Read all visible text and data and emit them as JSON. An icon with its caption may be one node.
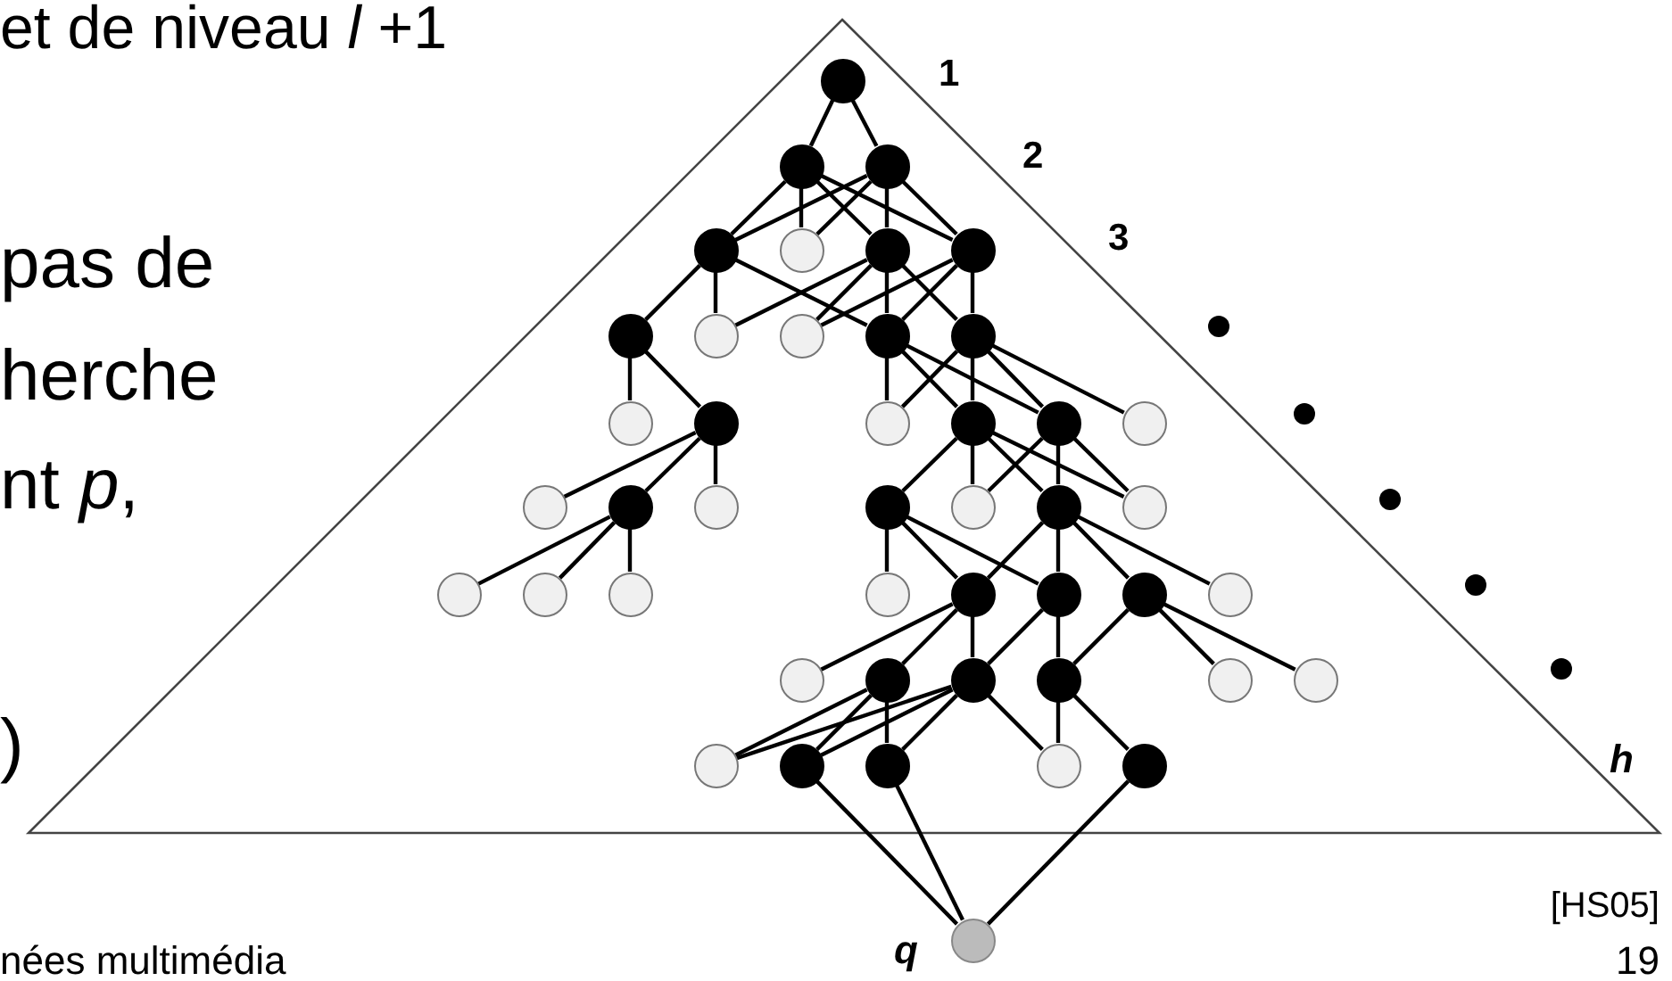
{
  "diagram": {
    "nodes": [
      {
        "text": [],
        "shape": "circle"
      },
      {
        "text": [],
        "shape": "circle"
      },
      {
        "text": [],
        "shape": "circle"
      },
      {
        "text": [],
        "shape": "circle"
      },
      {
        "text": [],
        "shape": "circle"
      },
      {
        "text": [],
        "shape": "circle"
      },
      {
        "text": [],
        "shape": "circle"
      },
      {
        "text": [],
        "shape": "circle"
      },
      {
        "text": [],
        "shape": "circle"
      },
      {
        "text": [],
        "shape": "circle"
      },
      {
        "text": [],
        "shape": "circle"
      },
      {
        "text": [],
        "shape": "circle"
      },
      {
        "text": [],
        "shape": "circle"
      },
      {
        "text": [],
        "shape": "circle"
      },
      {
        "text": [],
        "shape": "circle"
      },
      {
        "text": [],
        "shape": "circle"
      },
      {
        "text": [],
        "shape": "circle"
      },
      {
        "text": [],
        "shape": "circle"
      },
      {
        "text": [],
        "shape": "circle"
      },
      {
        "text": [],
        "shape": "circle"
      },
      {
        "text": [],
        "shape": "circle"
      },
      {
        "text": [],
        "shape": "circle"
      },
      {
        "text": [],
        "shape": "circle"
      },
      {
        "text": [],
        "shape": "circle"
      },
      {
        "text": [],
        "shape": "circle"
      },
      {
        "text": [],
        "shape": "circle"
      },
      {
        "text": [],
        "shape": "circle"
      },
      {
        "text": [],
        "shape": "circle"
      },
      {
        "text": [],
        "shape": "circle"
      },
      {
        "text": [],
        "shape": "circle"
      },
      {
        "text": [],
        "shape": "circle"
      },
      {
        "text": [],
        "shape": "circle"
      },
      {
        "text": [],
        "shape": "circle"
      },
      {
        "text": [],
        "shape": "circle"
      },
      {
        "text": [],
        "shape": "circle"
      },
      {
        "text": [],
        "shape": "circle"
      },
      {
        "text": [],
        "shape": "circle"
      },
      {
        "text": [],
        "shape": "circle"
      },
      {
        "text": [],
        "shape": "circle"
      },
      {
        "text": [],
        "shape": "circle"
      },
      {
        "text": [],
        "shape": "circle"
      },
      {
        "text": [],
        "shape": "circle"
      },
      {
        "text": [],
        "shape": "circle"
      },
      {
        "text": [],
        "shape": "circle"
      },
      {
        "text": [],
        "shape": "circle",
        "beside": [
          "q"
        ]
      }
    ],
    "edges": [
      {
        "from": 0,
        "to": 1,
        "arrow": "none"
      },
      {
        "from": 0,
        "to": 2,
        "arrow": "none"
      },
      {
        "from": 1,
        "to": 3,
        "arrow": "none"
      },
      {
        "from": 1,
        "to": 4,
        "arrow": "none"
      },
      {
        "from": 1,
        "to": 5,
        "arrow": "none"
      },
      {
        "from": 1,
        "to": 6,
        "arrow": "none"
      },
      {
        "from": 2,
        "to": 3,
        "arrow": "none"
      },
      {
        "from": 2,
        "to": 4,
        "arrow": "none"
      },
      {
        "from": 2,
        "to": 5,
        "arrow": "none"
      },
      {
        "from": 2,
        "to": 6,
        "arrow": "none"
      },
      {
        "from": 3,
        "to": 7,
        "arrow": "none"
      },
      {
        "from": 3,
        "to": 8,
        "arrow": "none"
      },
      {
        "from": 3,
        "to": 10,
        "arrow": "none"
      },
      {
        "from": 5,
        "to": 8,
        "arrow": "none"
      },
      {
        "from": 5,
        "to": 9,
        "arrow": "none"
      },
      {
        "from": 5,
        "to": 10,
        "arrow": "none"
      },
      {
        "from": 5,
        "to": 11,
        "arrow": "none"
      },
      {
        "from": 6,
        "to": 9,
        "arrow": "none"
      },
      {
        "from": 6,
        "to": 10,
        "arrow": "none"
      },
      {
        "from": 6,
        "to": 11,
        "arrow": "none"
      },
      {
        "from": 7,
        "to": 12,
        "arrow": "none"
      },
      {
        "from": 7,
        "to": 13,
        "arrow": "none"
      },
      {
        "from": 10,
        "to": 14,
        "arrow": "none"
      },
      {
        "from": 10,
        "to": 15,
        "arrow": "none"
      },
      {
        "from": 10,
        "to": 16,
        "arrow": "none"
      },
      {
        "from": 11,
        "to": 14,
        "arrow": "none"
      },
      {
        "from": 11,
        "to": 15,
        "arrow": "none"
      },
      {
        "from": 11,
        "to": 16,
        "arrow": "none"
      },
      {
        "from": 11,
        "to": 17,
        "arrow": "none"
      },
      {
        "from": 13,
        "to": 18,
        "arrow": "none"
      },
      {
        "from": 13,
        "to": 19,
        "arrow": "none"
      },
      {
        "from": 13,
        "to": 20,
        "arrow": "none"
      },
      {
        "from": 19,
        "to": 25,
        "arrow": "none"
      },
      {
        "from": 19,
        "to": 26,
        "arrow": "none"
      },
      {
        "from": 19,
        "to": 27,
        "arrow": "none"
      },
      {
        "from": 15,
        "to": 21,
        "arrow": "none"
      },
      {
        "from": 15,
        "to": 22,
        "arrow": "none"
      },
      {
        "from": 15,
        "to": 23,
        "arrow": "none"
      },
      {
        "from": 15,
        "to": 24,
        "arrow": "none"
      },
      {
        "from": 16,
        "to": 22,
        "arrow": "none"
      },
      {
        "from": 16,
        "to": 23,
        "arrow": "none"
      },
      {
        "from": 16,
        "to": 24,
        "arrow": "none"
      },
      {
        "from": 21,
        "to": 28,
        "arrow": "none"
      },
      {
        "from": 21,
        "to": 29,
        "arrow": "none"
      },
      {
        "from": 21,
        "to": 30,
        "arrow": "none"
      },
      {
        "from": 23,
        "to": 29,
        "arrow": "none"
      },
      {
        "from": 23,
        "to": 30,
        "arrow": "none"
      },
      {
        "from": 23,
        "to": 31,
        "arrow": "none"
      },
      {
        "from": 23,
        "to": 32,
        "arrow": "none"
      },
      {
        "from": 29,
        "to": 33,
        "arrow": "none"
      },
      {
        "from": 29,
        "to": 34,
        "arrow": "none"
      },
      {
        "from": 29,
        "to": 35,
        "arrow": "none"
      },
      {
        "from": 30,
        "to": 35,
        "arrow": "none"
      },
      {
        "from": 30,
        "to": 36,
        "arrow": "none"
      },
      {
        "from": 31,
        "to": 36,
        "arrow": "none"
      },
      {
        "from": 31,
        "to": 37,
        "arrow": "none"
      },
      {
        "from": 31,
        "to": 38,
        "arrow": "none"
      },
      {
        "from": 34,
        "to": 39,
        "arrow": "none"
      },
      {
        "from": 34,
        "to": 40,
        "arrow": "none"
      },
      {
        "from": 34,
        "to": 41,
        "arrow": "none"
      },
      {
        "from": 35,
        "to": 39,
        "arrow": "none"
      },
      {
        "from": 35,
        "to": 40,
        "arrow": "none"
      },
      {
        "from": 35,
        "to": 41,
        "arrow": "none"
      },
      {
        "from": 35,
        "to": 42,
        "arrow": "none"
      },
      {
        "from": 36,
        "to": 42,
        "arrow": "none"
      },
      {
        "from": 36,
        "to": 43,
        "arrow": "none"
      },
      {
        "from": 40,
        "to": 44,
        "arrow": "none"
      },
      {
        "from": 41,
        "to": 44,
        "arrow": "none"
      },
      {
        "from": 43,
        "to": 44,
        "arrow": "none"
      }
    ],
    "labels": [
      "et de niveau *l* +1",
      "1",
      "2",
      "3",
      "pas de",
      "herche",
      "nt *p*,",
      ")",
      "h",
      "[HS05]",
      "nées multimédia",
      "19"
    ]
  }
}
